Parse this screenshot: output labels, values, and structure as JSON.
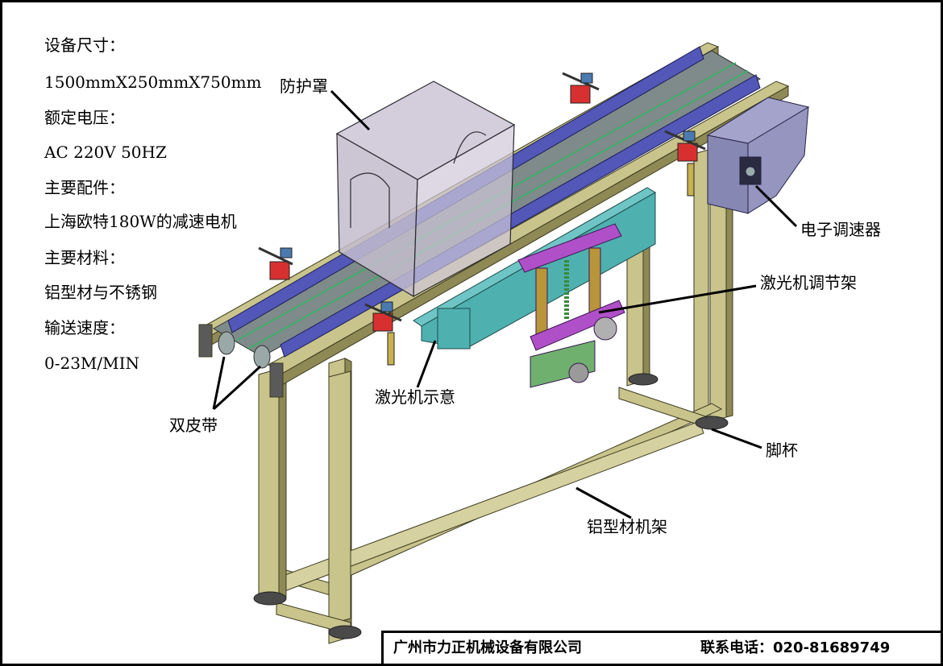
{
  "specs": {
    "size_label": "设备尺寸：",
    "size_value": "1500mmX250mmX750mm",
    "voltage_label": "额定电压：",
    "voltage_value": "AC 220V 50HZ",
    "parts_label": "主要配件：",
    "parts_value": "上海欧特180W的减速电机",
    "material_label": "主要材料：",
    "material_value": "铝型材与不锈钢",
    "speed_label": "输送速度：",
    "speed_value": "0-23M/MIN"
  },
  "callouts": {
    "guard": "防护罩",
    "speed_controller": "电子调速器",
    "laser_bracket": "激光机调节架",
    "laser": "激光机示意",
    "double_belt": "双皮带",
    "foot_cup": "脚杯",
    "frame": "铝型材机架"
  },
  "title_block": {
    "company": "广州市力正机械设备有限公司",
    "contact": "联系电话：020-81689749"
  },
  "colors": {
    "aluminum": "#c9c48c",
    "aluminum_dark": "#8f8a55",
    "guide_rail": "#5257b8",
    "belt": "#7f8a8a",
    "guard_glass": "#c8c0d2",
    "controller_box": "#8787b4",
    "laser_body": "#4fb0b0",
    "bracket": "#b050c8",
    "foot": "#5a5a5a"
  }
}
